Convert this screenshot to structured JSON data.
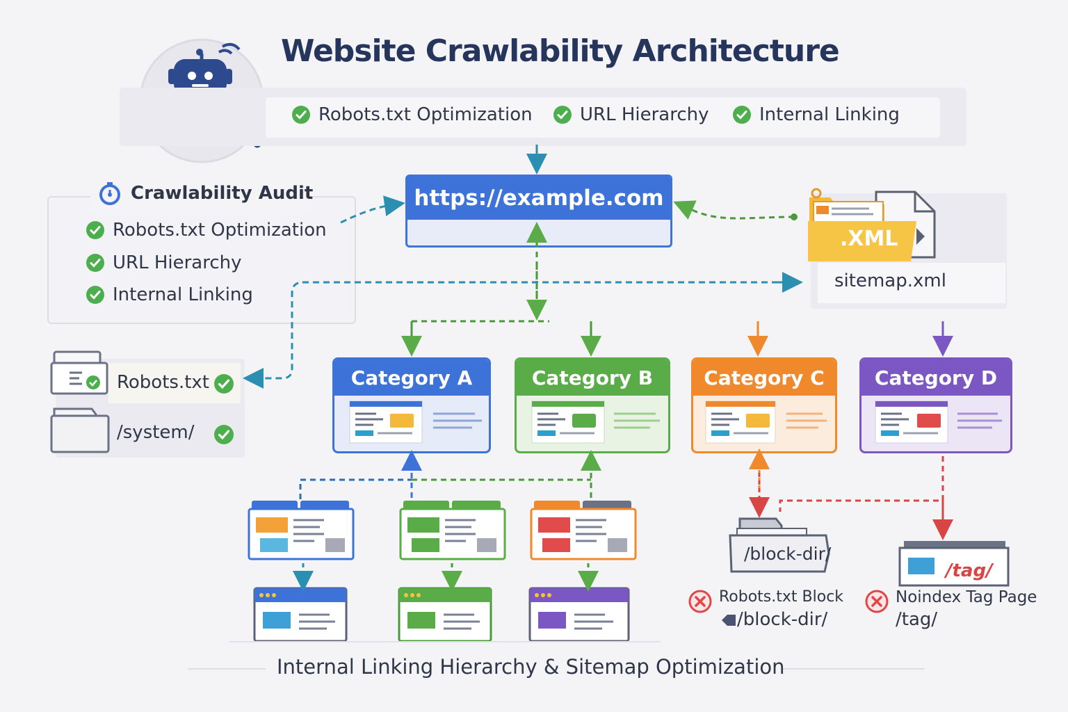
{
  "title": "Website Crawlability Architecture",
  "top_features": [
    "Robots.txt Optimization",
    "URL Hierarchy",
    "Internal Linking"
  ],
  "audit": {
    "title": "Crawlability Audit",
    "items": [
      "Robots.txt Optimization",
      "URL Hierarchy",
      "Internal Linking"
    ]
  },
  "root_url": "https://example.com",
  "sitemap": {
    "badge": ".XML",
    "label": "sitemap.xml"
  },
  "robots": {
    "file": "Robots.txt",
    "folder": "/system/"
  },
  "categories": [
    {
      "label": "Category A",
      "color": "#3d73d8"
    },
    {
      "label": "Category B",
      "color": "#5aac48"
    },
    {
      "label": "Category C",
      "color": "#f0882c"
    },
    {
      "label": "Category D",
      "color": "#7a57c2"
    }
  ],
  "blocked": {
    "folder": "/block-dir/",
    "status": "Robots.txt Block",
    "path": "/block-dir/"
  },
  "noindex": {
    "page": "/tag/",
    "status": "Noindex Tag Page",
    "path": "/tag/"
  },
  "footer": "Internal Linking Hierarchy & Sitemap Optimization",
  "colors": {
    "blue": "#3d73d8",
    "green": "#5aac48",
    "orange": "#f0882c",
    "purple": "#7a57c2",
    "red": "#d84545",
    "teal": "#2a8fb0",
    "check": "#4cae4c"
  }
}
